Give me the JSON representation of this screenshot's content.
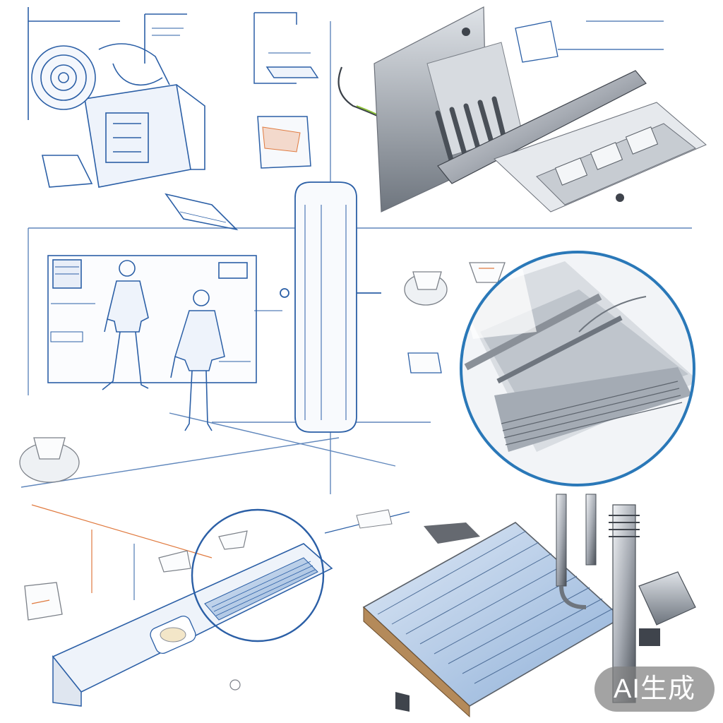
{
  "badge": {
    "label": "AI生成"
  },
  "colors": {
    "sketch_blue": "#2b5fa6",
    "light_blue": "#7ea6d6",
    "metal_grey": "#8a8f98",
    "dark_metal": "#3f444c",
    "accent_orange": "#e07a3f",
    "accent_green": "#8bbf3a",
    "badge_bg": "#808080"
  },
  "illustrations": [
    {
      "id": "engine-sketch",
      "icon": "engine-icon"
    },
    {
      "id": "bracket-sketch",
      "icon": "bracket-icon"
    },
    {
      "id": "rail-mount",
      "icon": "rail-mount-icon"
    },
    {
      "id": "workers-scene",
      "icon": "workers-icon"
    },
    {
      "id": "vertical-pipe",
      "icon": "pipe-icon"
    },
    {
      "id": "magnified-rail",
      "icon": "magnifier-icon"
    },
    {
      "id": "long-track",
      "icon": "track-icon"
    },
    {
      "id": "panel-assembly",
      "icon": "panel-icon"
    }
  ]
}
